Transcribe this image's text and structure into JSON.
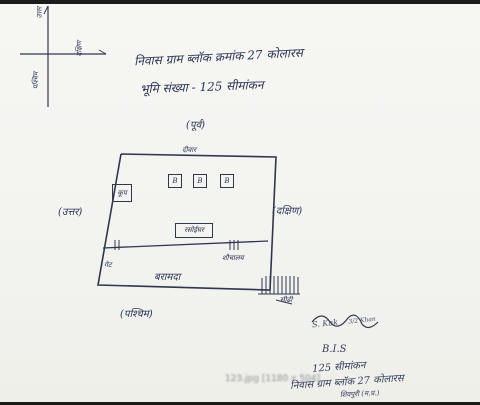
{
  "header": {
    "line1": "निवास ग्राम ब्लॉक क्रमांक 27 कोलारस",
    "line2": "भूमि संख्या - 125 सीमांकन"
  },
  "compass": {
    "north_label": "उत्तर",
    "east_label": "दक्षिण",
    "west_label": "पश्चिम"
  },
  "directions": {
    "top": "(पूर्व)",
    "left": "(उत्तर)",
    "right": "(दक्षिण)",
    "bottom": "(पश्चिम)"
  },
  "plan": {
    "top_wall": "दीवार",
    "rooms_b": [
      "B",
      "B",
      "B"
    ],
    "well": "कूप",
    "kitchen": "रसोईघर",
    "toilet": "शौचालय",
    "gate": "गेट",
    "yard": "बरामदा",
    "stairs": "सीढ़ी"
  },
  "stamp": {
    "line1": "S. Kak",
    "line2": "B.I.S",
    "seal": "3/2 Khan"
  },
  "bottom": {
    "line1": "125 सीमांकन",
    "line2": "निवास ग्राम ब्लॉक 27 कोलारस",
    "line3": "शिवपुरी (म.प्र.)"
  },
  "caption": "123.jpg [1180 x 504]",
  "colors": {
    "ink": "#2b3557",
    "paper": "#f4f4f1",
    "background": "#1b1b1b"
  }
}
